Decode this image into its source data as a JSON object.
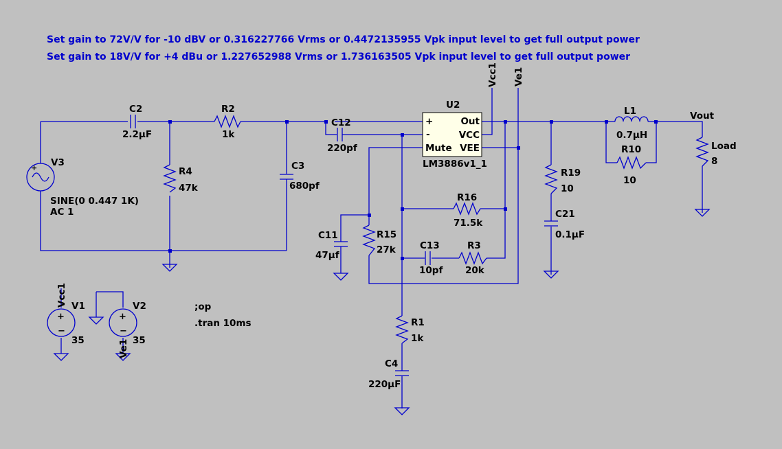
{
  "notes": [
    "Set gain to 72V/V  for -10 dBV or 0.316227766 Vrms or 0.4472135955 Vpk input level to get full output power",
    "Set gain to 18V/V  for +4 dBu or 1.227652988 Vrms or 1.736163505 Vpk input level to get full output power"
  ],
  "directives": [
    ";op",
    ".tran 10ms"
  ],
  "components": {
    "C2": {
      "name": "C2",
      "value": "2.2µF"
    },
    "R2": {
      "name": "R2",
      "value": "1k"
    },
    "C12": {
      "name": "C12",
      "value": "220pf"
    },
    "R4": {
      "name": "R4",
      "value": "47k"
    },
    "C3": {
      "name": "C3",
      "value": "680pf"
    },
    "V3": {
      "name": "V3",
      "value": "SINE(0 0.447 1K)",
      "value2": "AC 1"
    },
    "U2": {
      "name": "U2",
      "model": "LM3886v1_1",
      "pins": {
        "plus": "+",
        "minus": "-",
        "mute": "Mute",
        "out": "Out",
        "vcc": "VCC",
        "vee": "VEE"
      }
    },
    "R19": {
      "name": "R19",
      "value": "10"
    },
    "C21": {
      "name": "C21",
      "value": "0.1µF"
    },
    "L1": {
      "name": "L1",
      "value": "0.7µH"
    },
    "R10": {
      "name": "R10",
      "value": "10"
    },
    "Load": {
      "name": "Load",
      "value": "8"
    },
    "R16": {
      "name": "R16",
      "value": "71.5k"
    },
    "C13": {
      "name": "C13",
      "value": "10pf"
    },
    "R3": {
      "name": "R3",
      "value": "20k"
    },
    "C11": {
      "name": "C11",
      "value": "47µf"
    },
    "R15": {
      "name": "R15",
      "value": "27k"
    },
    "R1": {
      "name": "R1",
      "value": "1k"
    },
    "C4": {
      "name": "C4",
      "value": "220µF"
    },
    "V1": {
      "name": "V1",
      "value": "35"
    },
    "V2": {
      "name": "V2",
      "value": "35"
    }
  },
  "net_labels": {
    "vcc1": "Vcc1",
    "ve1": "Ve1",
    "vout": "Vout",
    "v1_vcc1": "Vcc1",
    "v2_ve1": "Ve1"
  },
  "colors": {
    "background": "#c0c0c0",
    "wire": "#0000cd",
    "note_text": "#0000cd",
    "component_text": "#000000"
  }
}
